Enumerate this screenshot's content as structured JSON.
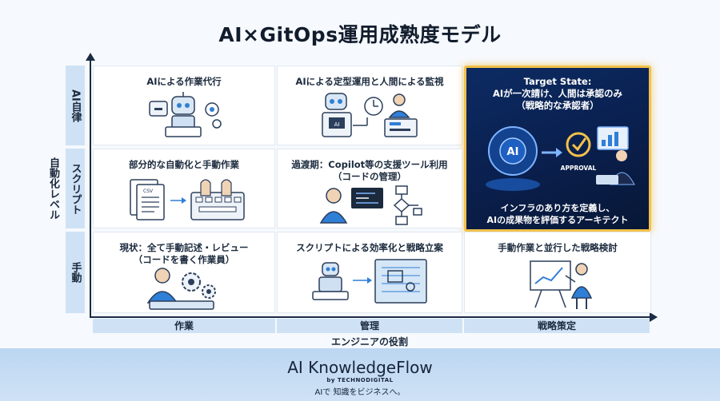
{
  "title": "AI×GitOps運用成熟度モデル",
  "y_axis": {
    "title": "自動化レベル",
    "rows": [
      "AI自律",
      "スクリプト",
      "手動"
    ]
  },
  "x_axis": {
    "title": "エンジニアの役割",
    "columns": [
      "作業",
      "管理",
      "戦略策定"
    ]
  },
  "cells": {
    "ai_work": "AIによる作業代行",
    "ai_manage": "AIによる定型運用と人間による監視",
    "script_work": "部分的な自動化と手動作業",
    "script_manage_1": "過渡期：Copilot等の支援ツール利用",
    "script_manage_2": "（コードの管理）",
    "manual_work_1": "現状：全て手動記述・レビュー",
    "manual_work_2": "（コードを書く作業員）",
    "manual_manage": "スクリプトによる効率化と戦略立案",
    "manual_strategy": "手動作業と並行した戦略検討"
  },
  "target": {
    "line1": "Target State:",
    "line2": "AIが一次請け、人間は承認のみ",
    "line3": "（戦略的な承認者）",
    "ai_badge": "AI",
    "approval": "APPROVAL",
    "foot1": "インフラのあり方を定義し、",
    "foot2": "AIの成果物を評価するアーキテクト"
  },
  "illus_text": {
    "ai_screen": "AI",
    "doc_label": "CSV"
  },
  "footer": {
    "brand": "AI KnowledgeFlow",
    "by": "by TECHNODIGITAL",
    "tagline": "AIで 知識をビジネスへ。"
  },
  "colors": {
    "accent_blue": "#2f7fd6",
    "target_bg": "#0a1f4d",
    "target_border": "#f2c14a",
    "band": "#cfe2f5"
  }
}
